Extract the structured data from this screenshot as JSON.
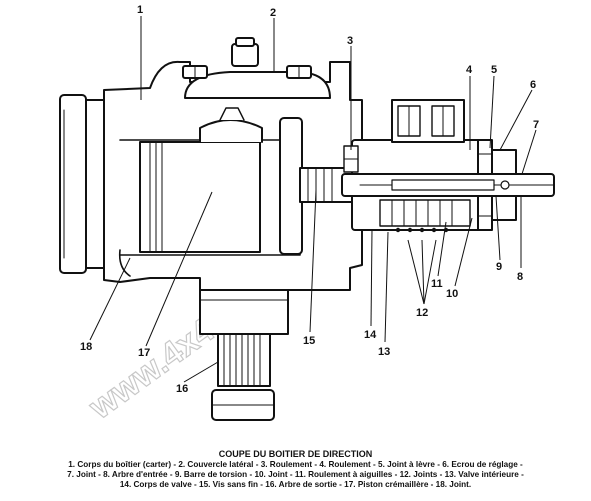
{
  "watermark": "www.4x4brousse.net",
  "callouts": [
    {
      "id": "1",
      "label": "1"
    },
    {
      "id": "2",
      "label": "2"
    },
    {
      "id": "3",
      "label": "3"
    },
    {
      "id": "4",
      "label": "4"
    },
    {
      "id": "5",
      "label": "5"
    },
    {
      "id": "6",
      "label": "6"
    },
    {
      "id": "7",
      "label": "7"
    },
    {
      "id": "8",
      "label": "8"
    },
    {
      "id": "9",
      "label": "9"
    },
    {
      "id": "10",
      "label": "10"
    },
    {
      "id": "11",
      "label": "11"
    },
    {
      "id": "12",
      "label": "12"
    },
    {
      "id": "13",
      "label": "13"
    },
    {
      "id": "14",
      "label": "14"
    },
    {
      "id": "15",
      "label": "15"
    },
    {
      "id": "16",
      "label": "16"
    },
    {
      "id": "17",
      "label": "17"
    },
    {
      "id": "18",
      "label": "18"
    }
  ],
  "caption": {
    "title": "COUPE DU BOITIER DE DIRECTION",
    "lines": [
      "1. Corps du boîtier (carter) - 2. Couvercle latéral - 3. Roulement - 4. Roulement - 5. Joint à lèvre - 6. Ecrou de réglage -",
      "7. Joint - 8. Arbre d'entrée - 9. Barre de torsion - 10. Joint - 11. Roulement à aiguilles - 12. Joints - 13. Valve intérieure -",
      "14. Corps de valve - 15. Vis sans fin - 16. Arbre de sortie - 17. Piston crémaillère - 18. Joint."
    ]
  }
}
